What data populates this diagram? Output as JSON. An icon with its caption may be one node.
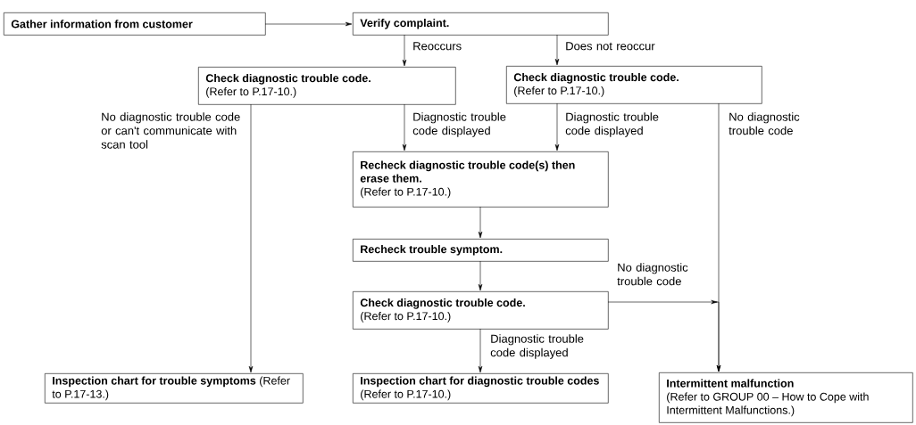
{
  "diagram": {
    "nodes": [
      {
        "text": [
          "Gather information from customer"
        ]
      },
      {
        "text": [
          "Verify complaint."
        ]
      },
      {
        "text": [
          "Check diagnostic trouble code.",
          "(Refer to P.17-10.)"
        ]
      },
      {
        "text": [
          "Check diagnostic trouble code.",
          "(Refer to P.17-10.)"
        ]
      },
      {
        "text": [
          "Recheck diagnostic trouble code(s) then erase them.",
          "(Refer to P.17-10.)"
        ]
      },
      {
        "text": [
          "Recheck trouble symptom."
        ]
      },
      {
        "text": [
          "Check diagnostic trouble code.",
          "(Refer to P.17-10.)"
        ]
      },
      {
        "text": [
          "**Inspection chart for trouble symptoms** (Refer to P.17-13.)"
        ]
      },
      {
        "text": [
          "**Inspection chart for diagnostic trouble codes** (Refer to P.17-10.)"
        ]
      },
      {
        "text": [
          "Intermittent malfunction",
          "(Refer to GROUP 00 – How to Cope with Intermittent Malfunctions.)"
        ]
      }
    ],
    "edges": [
      {
        "from": 0,
        "to": 1,
        "arrow": "to"
      },
      {
        "from": 1,
        "to": 2,
        "arrow": "to",
        "label": "Reoccurs"
      },
      {
        "from": 1,
        "to": 3,
        "arrow": "to",
        "label": "Does not reoccur"
      },
      {
        "from": 2,
        "to": 7,
        "arrow": "to",
        "label": "No diagnostic trouble code or can't communicate with scan tool"
      },
      {
        "from": 2,
        "to": 4,
        "arrow": "to",
        "label": "Diagnostic trouble code displayed"
      },
      {
        "from": 3,
        "to": 4,
        "arrow": "to",
        "label": "Diagnostic trouble code displayed"
      },
      {
        "from": 3,
        "to": 9,
        "arrow": "to",
        "label": "No diagnostic trouble code"
      },
      {
        "from": 4,
        "to": 5,
        "arrow": "to"
      },
      {
        "from": 5,
        "to": 6,
        "arrow": "to"
      },
      {
        "from": 6,
        "to": 9,
        "arrow": "to",
        "label": "No diagnostic trouble code"
      },
      {
        "from": 6,
        "to": 8,
        "arrow": "to",
        "label": "Diagnostic trouble code displayed"
      }
    ]
  }
}
